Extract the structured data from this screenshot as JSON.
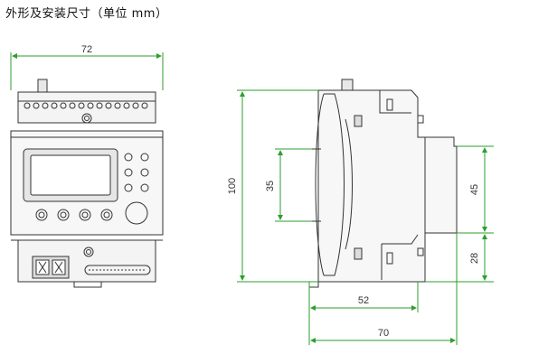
{
  "title": "外形及安装尺寸（单位 mm）",
  "dimensions": {
    "front_width": "72",
    "side_height": "100",
    "inner_height": "35",
    "rail_height": "45",
    "bottom_height": "28",
    "rail_depth": "52",
    "total_depth": "70"
  },
  "colors": {
    "outline": "#333333",
    "dimension": "#2e9e2e"
  }
}
